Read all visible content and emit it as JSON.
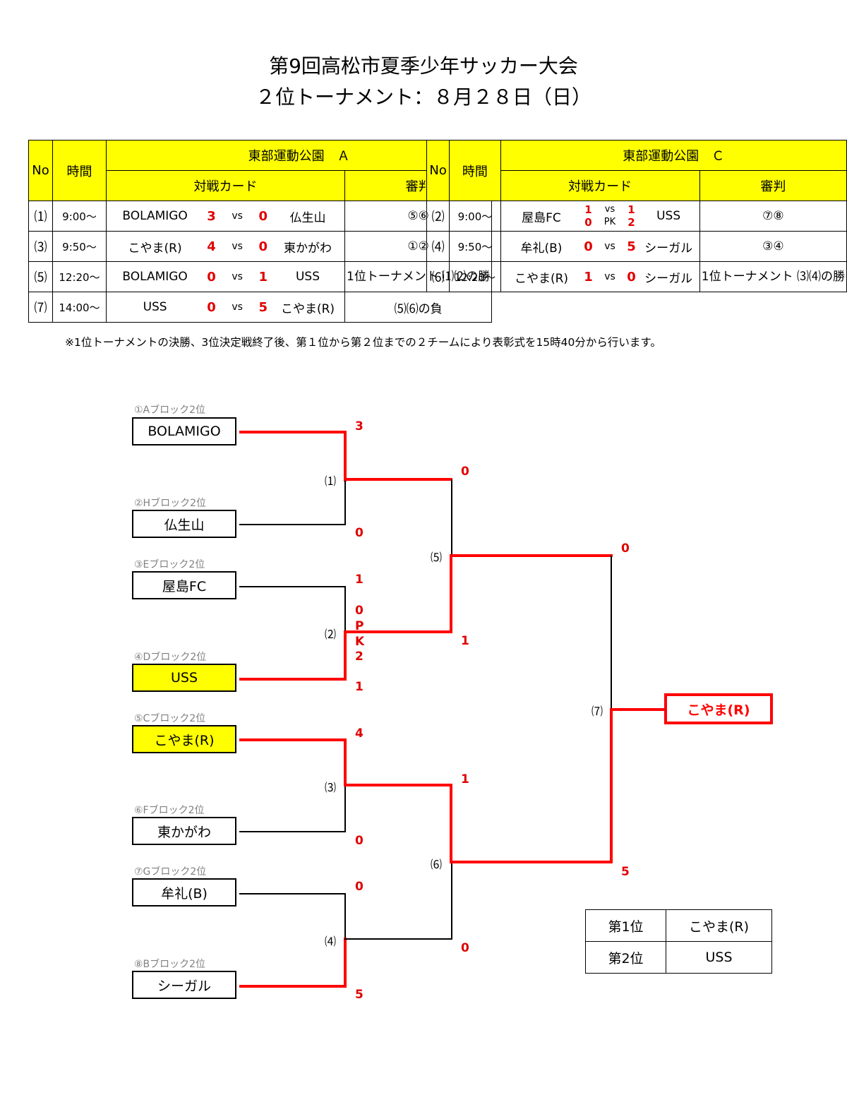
{
  "title1": "第9回高松市夏季少年サッカー大会",
  "title2": "２位トーナメント：８月２８日（日）",
  "headers": {
    "no": "No",
    "time": "時間",
    "card": "対戦カード",
    "ref": "審判",
    "vs": "vs",
    "pk": "PK"
  },
  "venues": {
    "a": "東部運動公園　Ａ",
    "c": "東部運動公園　Ｃ"
  },
  "rows_a": [
    {
      "no": "⑴",
      "time": "9:00～",
      "home": "BOLAMIGO",
      "hs": "3",
      "as": "0",
      "away": "仏生山",
      "ref": "⑤⑥"
    },
    {
      "no": "⑶",
      "time": "9:50～",
      "home": "こやま(R)",
      "hs": "4",
      "as": "0",
      "away": "東かがわ",
      "ref": "①②"
    },
    {
      "no": "⑸",
      "time": "12:20～",
      "home": "BOLAMIGO",
      "hs": "0",
      "as": "1",
      "away": "USS",
      "ref": "1位トーナメント ⑴⑵の勝"
    },
    {
      "no": "⑺",
      "time": "14:00～",
      "home": "USS",
      "hs": "0",
      "as": "5",
      "away": "こやま(R)",
      "ref": "⑸⑹の負"
    }
  ],
  "rows_c": [
    {
      "no": "⑵",
      "time": "9:00～",
      "home": "屋島FC",
      "hs": "1",
      "hpk": "0",
      "as": "1",
      "apk": "2",
      "away": "USS",
      "ref": "⑦⑧"
    },
    {
      "no": "⑷",
      "time": "9:50～",
      "home": "牟礼(B)",
      "hs": "0",
      "as": "5",
      "away": "シーガル",
      "ref": "③④"
    },
    {
      "no": "⑹",
      "time": "12:20～",
      "home": "こやま(R)",
      "hs": "1",
      "as": "0",
      "away": "シーガル",
      "ref": "1位トーナメント ⑶⑷の勝"
    }
  ],
  "note": "※1位トーナメントの決勝、3位決定戦終了後、第１位から第２位までの２チームにより表彰式を15時40分から行います。",
  "bracket": {
    "teams": [
      {
        "block": "①Aブロック2位",
        "name": "BOLAMIGO"
      },
      {
        "block": "②Hブロック2位",
        "name": "仏生山"
      },
      {
        "block": "③Eブロック2位",
        "name": "屋島FC"
      },
      {
        "block": "④Dブロック2位",
        "name": "USS"
      },
      {
        "block": "⑤Cブロック2位",
        "name": "こやま(R)"
      },
      {
        "block": "⑥Fブロック2位",
        "name": "東かがわ"
      },
      {
        "block": "⑦Gブロック2位",
        "name": "牟礼(B)"
      },
      {
        "block": "⑧Bブロック2位",
        "name": "シーガル"
      }
    ],
    "games": [
      "⑴",
      "⑵",
      "⑶",
      "⑷",
      "⑸",
      "⑹",
      "⑺"
    ],
    "scores": {
      "g1_top": "3",
      "g1_bot": "0",
      "g2_top": "1",
      "g2_pk_top": "0",
      "g2_pk_p": "P",
      "g2_pk_k": "K",
      "g2_pk_bot": "2",
      "g2_bot": "1",
      "g3_top": "4",
      "g3_bot": "0",
      "g4_top": "0",
      "g4_bot": "5",
      "g5_top": "0",
      "g5_bot": "1",
      "g6_top": "1",
      "g6_bot": "0",
      "g7_top": "0",
      "g7_bot": "5"
    },
    "champion": "こやま(R)"
  },
  "ranking": [
    {
      "place": "第1位",
      "team": "こやま(R)"
    },
    {
      "place": "第2位",
      "team": "USS"
    }
  ],
  "colors": {
    "highlight": "#ffff00",
    "score": "#e00000",
    "bracket_win": "#ff0000"
  }
}
